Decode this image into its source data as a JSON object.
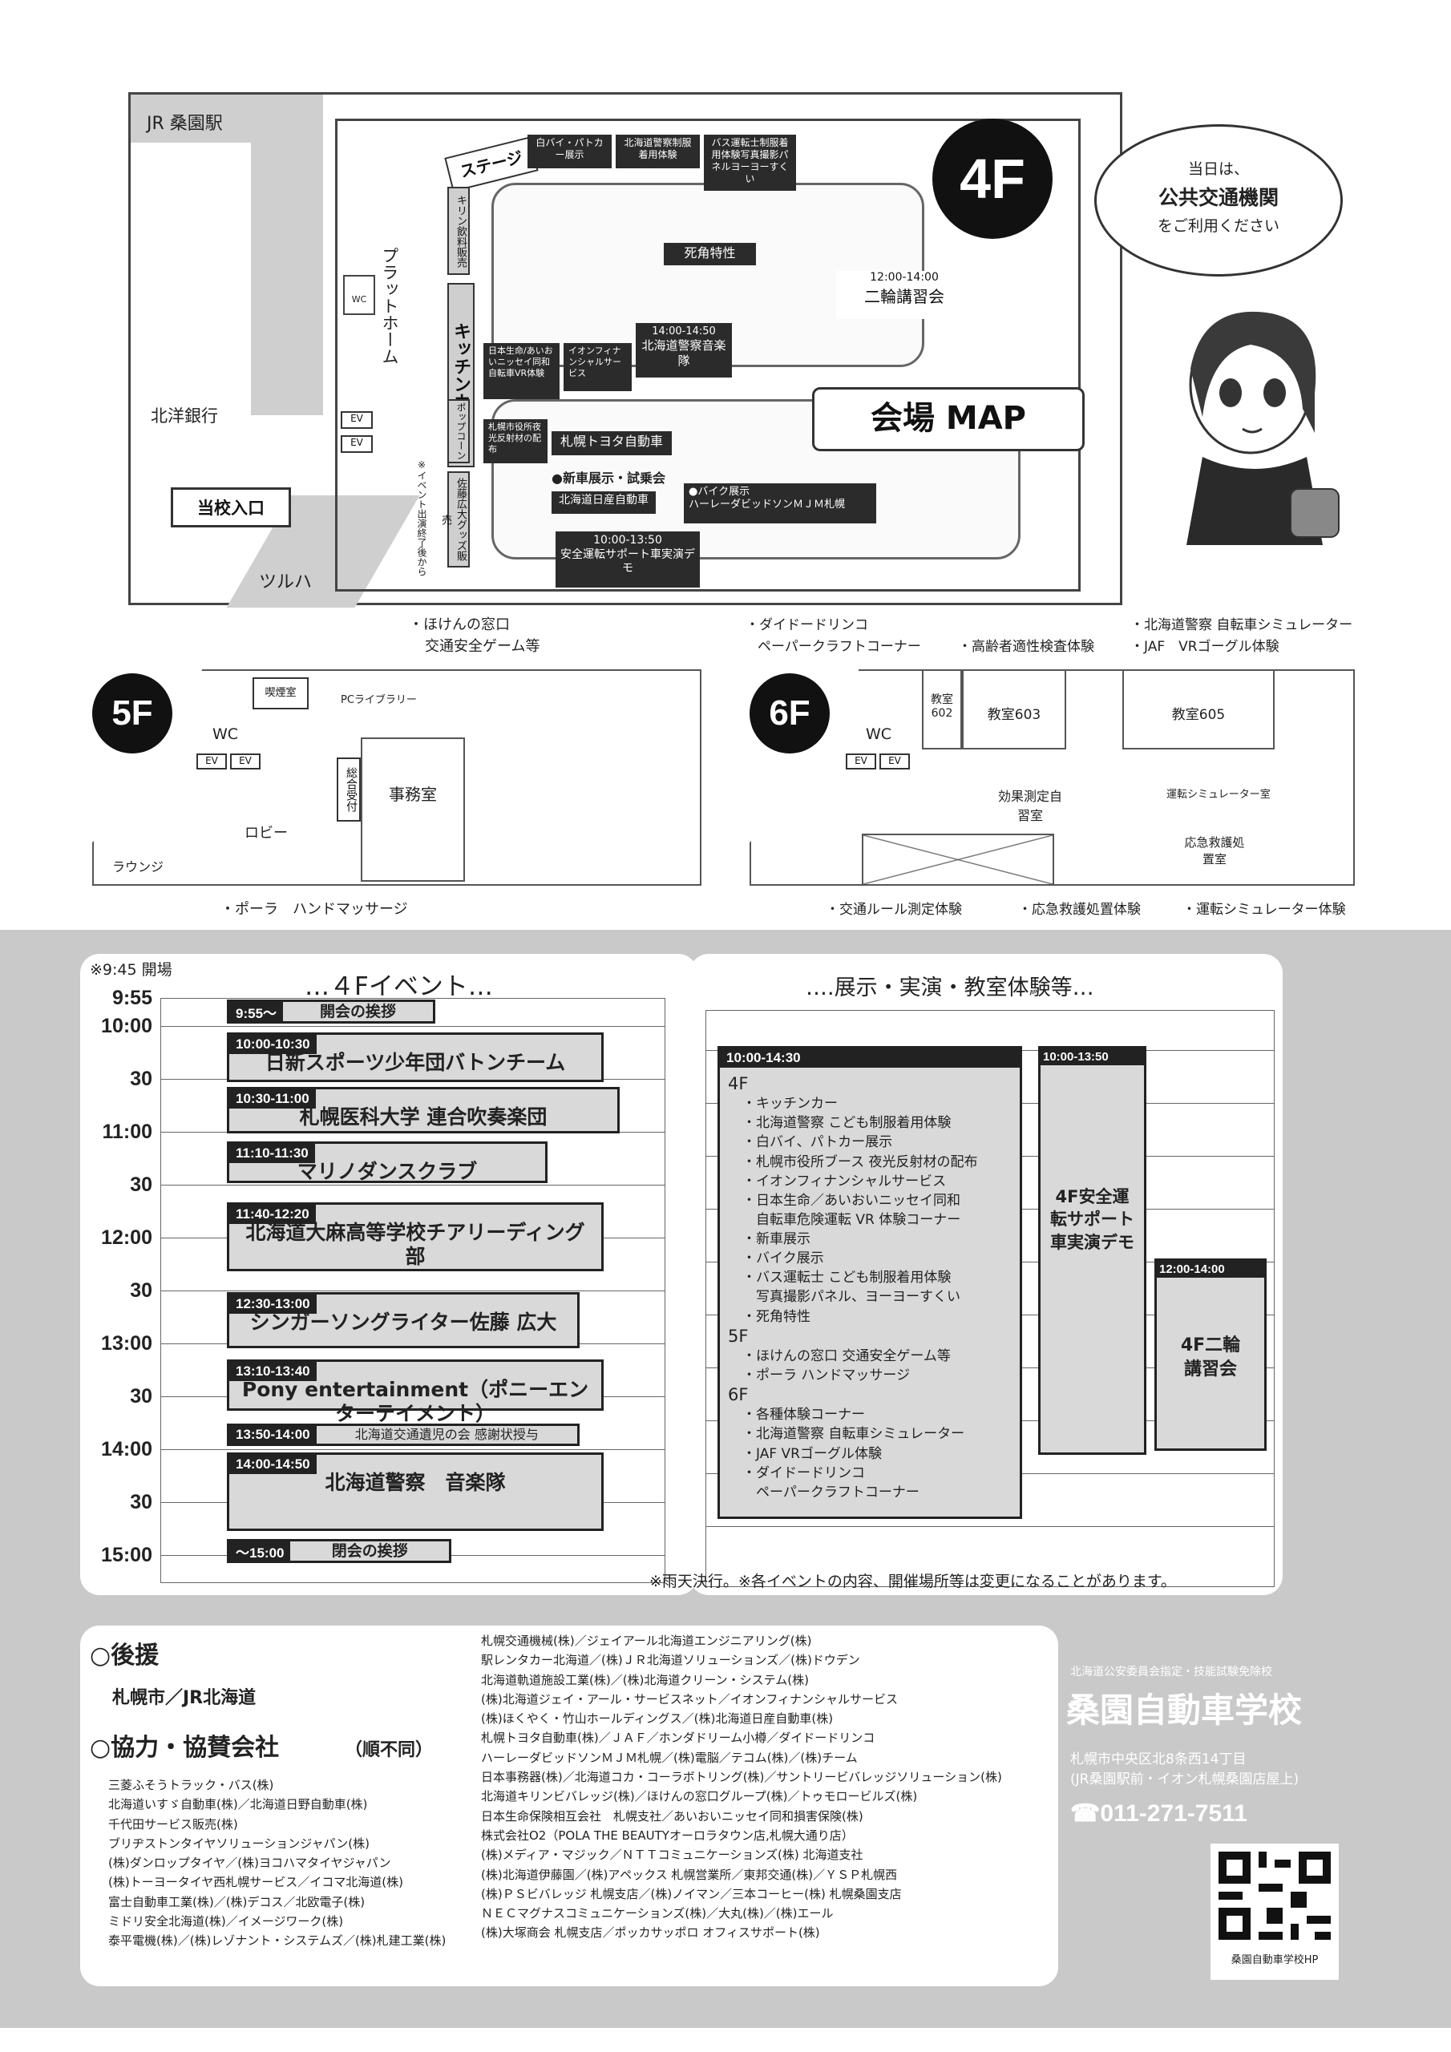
{
  "map": {
    "station": "JR 桑園駅",
    "bank": "北洋銀行",
    "entrance": "当校入口",
    "tsuruha": "ツルハ",
    "platform": "プラットホーム",
    "ev": "EV",
    "wc": "WC",
    "stage": "ステージ",
    "kirin": "キリン飲料販売",
    "kitchen_car": "キッチンカー",
    "popcorn": "ポップコーン",
    "sato_goods": "佐藤広大グッズ販売",
    "event_exit_note": "※イベント出演終了後から",
    "shirobai": "白バイ・パトカー展示",
    "police_uniform": "北海道警察制服着用体験",
    "bus_driver": "バス運転士制服着用体験写真撮影パネルヨーヨーすくい",
    "blind_spot": "死角特性",
    "moto_time": "12:00-14:00",
    "moto_class": "二輪講習会",
    "band_time": "14:00-14:50",
    "band": "北海道警察音楽隊",
    "nissay": "日本生命/あいおいニッセイ同和自転車VR体験",
    "aeon": "イオンフィナンシャルサービス",
    "sapporo_city": "札幌市役所夜光反射材の配布",
    "toyota": "札幌トヨタ自動車",
    "new_car": "●新車展示・試乗会",
    "nissan": "北海道日産自動車",
    "bike_show": "●バイク展示",
    "harley": "ハーレーダビッドソンＭＪＭ札幌",
    "safety_time": "10:00-13:50",
    "safety_car": "安全運転サポート車実演デモ",
    "floor4": "4F",
    "map_title": "会場 MAP",
    "bubble_1": "当日は、",
    "bubble_2": "公共交通機関",
    "bubble_3": "をご利用ください"
  },
  "floor5": {
    "badge": "5F",
    "hoken": "・ほけんの窓口",
    "hoken_sub": "交通安全ゲーム等",
    "smoking": "喫煙室",
    "pc": "PCライブラリー",
    "wc": "WC",
    "ev": "EV",
    "reception": "総合受付",
    "office": "事務室",
    "lobby": "ロビー",
    "lounge": "ラウンジ",
    "pola": "・ポーラ　ハンドマッサージ"
  },
  "floor6": {
    "badge": "6F",
    "daido": "・ダイドードリンコ",
    "daido_sub": "ペーパークラフトコーナー",
    "aptitude": "・高齢者適性検査体験",
    "police_sim": "・北海道警察 自転車シミュレーター",
    "jaf": "・JAF　VRゴーグル体験",
    "room602": "教室602",
    "room603": "教室603",
    "room605": "教室605",
    "wc": "WC",
    "ev": "EV",
    "effect_room": "効果測定自習室",
    "sim_room": "運転シミュレーター室",
    "first_aid_room": "応急救護処置室",
    "rule_test": "・交通ルール測定体験",
    "first_aid": "・応急救護処置体験",
    "drive_sim": "・運転シミュレーター体験"
  },
  "schedule": {
    "open_note": "※9:45 開場",
    "left_title": "…４Fイベント…",
    "right_title": "….展示・実演・教室体験等…",
    "times": [
      "9:55",
      "10:00",
      "30",
      "11:00",
      "30",
      "12:00",
      "30",
      "13:00",
      "30",
      "14:00",
      "30",
      "15:00"
    ],
    "events": [
      {
        "time": "9:55～",
        "title": "開会の挨拶"
      },
      {
        "time": "10:00-10:30",
        "title": "日新スポーツ少年団バトンチーム"
      },
      {
        "time": "10:30-11:00",
        "title": "札幌医科大学 連合吹奏楽団"
      },
      {
        "time": "11:10-11:30",
        "title": "マリノダンスクラブ"
      },
      {
        "time": "11:40-12:20",
        "title": "北海道大麻高等学校チアリーディング部"
      },
      {
        "time": "12:30-13:00",
        "title": "シンガーソングライター佐藤 広大"
      },
      {
        "time": "13:10-13:40",
        "title": "Pony entertainment（ポニーエンターテイメント）"
      },
      {
        "time": "13:50-14:00",
        "title": "北海道交通遺児の会 感謝状授与"
      },
      {
        "time": "14:00-14:50",
        "title": "北海道警察　音楽隊"
      },
      {
        "time": "～15:00",
        "title": "閉会の挨拶"
      }
    ],
    "exhibit_time": "10:00-14:30",
    "exhibit_items": [
      "4F",
      "・キッチンカー",
      "・北海道警察 こども制服着用体験",
      "・白バイ、パトカー展示",
      "・札幌市役所ブース 夜光反射材の配布",
      "・イオンフィナンシャルサービス",
      "・日本生命／あいおいニッセイ同和",
      "　自転車危険運転 VR 体験コーナー",
      "・新車展示",
      "・バイク展示",
      "・バス運転士 こども制服着用体験",
      "　写真撮影パネル、ヨーヨーすくい",
      "・死角特性",
      "5F",
      "・ほけんの窓口 交通安全ゲーム等",
      "・ポーラ ハンドマッサージ",
      "6F",
      "・各種体験コーナー",
      "・北海道警察 自転車シミュレーター",
      "・JAF VRゴーグル体験",
      "・ダイドードリンコ",
      "　ペーパークラフトコーナー"
    ],
    "demo_time": "10:00-13:50",
    "demo_title": "4F安全運転サポート車実演デモ",
    "moto_time": "12:00-14:00",
    "moto_title": "4F二輪講習会",
    "rain_note": "※雨天決行。※各イベントの内容、開催場所等は変更になることがあります。"
  },
  "sponsors": {
    "support_title": "○後援",
    "support": "札幌市／JR北海道",
    "coop_title": "○協力・協賛会社",
    "coop_suffix": "（順不同）",
    "col1": [
      "三菱ふそうトラック・バス(株)",
      "北海道いすゞ自動車(株)／北海道日野自動車(株)",
      "千代田サービス販売(株)",
      "ブリヂストンタイヤソリューションジャパン(株)",
      "(株)ダンロップタイヤ／(株)ヨコハマタイヤジャパン",
      "(株)トーヨータイヤ西札幌サービス／イコマ北海道(株)",
      "富士自動車工業(株)／(株)デコス／北欧電子(株)",
      "ミドリ安全北海道(株)／イメージワーク(株)",
      "泰平電機(株)／(株)レゾナント・システムズ／(株)札建工業(株)"
    ],
    "col2": [
      "札幌交通機械(株)／ジェイアール北海道エンジニアリング(株)",
      "駅レンタカー北海道／(株)ＪＲ北海道ソリューションズ／(株)ドウデン",
      "北海道軌道施設工業(株)／(株)北海道クリーン・システム(株)",
      "(株)北海道ジェイ・アール・サービスネット／イオンフィナンシャルサービス",
      "(株)ほくやく・竹山ホールディングス／(株)北海道日産自動車(株)",
      "札幌トヨタ自動車(株)／ＪＡＦ／ホンダドリーム小樽／ダイドードリンコ",
      "ハーレーダビッドソンＭＪＭ札幌／(株)電脳／テコム(株)／(株)チーム",
      "日本事務器(株)／北海道コカ・コーラボトリング(株)／サントリービバレッジソリューション(株)",
      "北海道キリンビバレッジ(株)／ほけんの窓口グループ(株)／トゥモロービルズ(株)",
      "日本生命保険相互会社　札幌支社／あいおいニッセイ同和損害保険(株)",
      "株式会社O2（POLA THE BEAUTYオーロラタウン店,札幌大通り店）",
      "(株)メディア・マジック／ＮＴＴコミュニケーションズ(株) 北海道支社",
      "(株)北海道伊藤園／(株)アペックス 札幌営業所／東邦交通(株)／ＹＳＰ札幌西",
      "(株)ＰＳビバレッジ 札幌支店／(株)ノイマン／三本コーヒー(株) 札幌桑園支店",
      "ＮＥＣマグナスコミュニケーションズ(株)／大丸(株)／(株)エール",
      "(株)大塚商会 札幌支店／ポッカサッポロ オフィスサポート(株)"
    ]
  },
  "school": {
    "designation": "北海道公安委員会指定・技能試験免除校",
    "name": "桑園自動車学校",
    "address": "札幌市中央区北8条西14丁目",
    "access": "(JR桑園駅前・イオン札幌桑園店屋上)",
    "phone": "☎011-271-7511",
    "qr_label": "桑園自動車学校HP"
  }
}
